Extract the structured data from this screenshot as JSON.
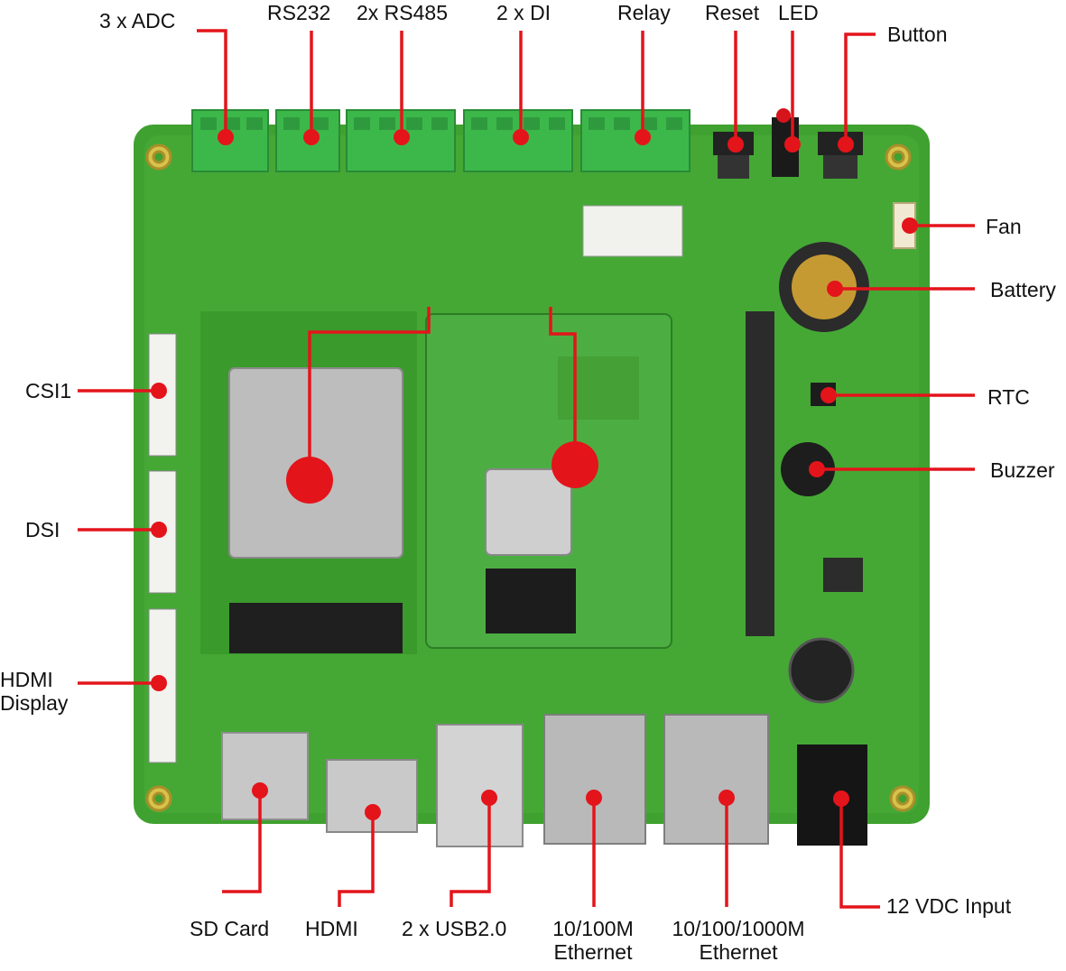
{
  "colors": {
    "pcb": "#3fa12f",
    "pcb_dark": "#2c7d22",
    "terminal": "#3cb84a",
    "leader": "#e4141b",
    "chip": "#1c1c1c",
    "silk": "#e8f3e3"
  },
  "labels": {
    "adc": "3 x ADC",
    "rs232": "RS232",
    "rs485": "2x RS485",
    "di": "2 x DI",
    "relay": "Relay",
    "reset": "Reset",
    "led": "LED",
    "button": "Button",
    "fan": "Fan",
    "battery": "Battery",
    "rtc": "RTC",
    "buzzer": "Buzzer",
    "csi1": "CSI1",
    "dsi": "DSI",
    "hdmi_display_1": "HDMI",
    "hdmi_display_2": "Display",
    "sd_card": "SD Card",
    "hdmi": "HDMI",
    "usb": "2 x USB2.0",
    "eth100_1": "10/100M",
    "eth100_2": "Ethernet",
    "eth1000_1": "10/100/1000M",
    "eth1000_2": "Ethernet",
    "power": "12 VDC Input"
  }
}
